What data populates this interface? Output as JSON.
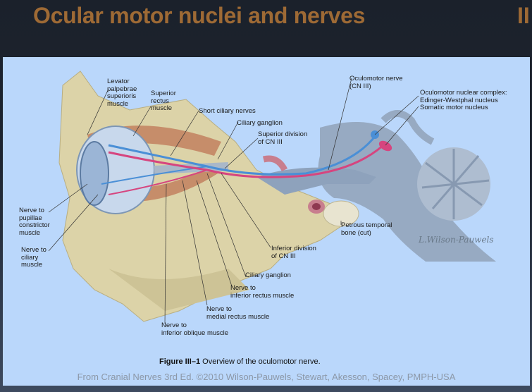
{
  "slide": {
    "title": "Ocular motor nuclei and nerves",
    "title_overflow": "II",
    "title_color": "#9e6a35"
  },
  "figure": {
    "labels": {
      "levator": "Levator\npalpebrae\nsuperioris\nmuscle",
      "superior_rectus": "Superior\nrectus\nmuscle",
      "short_ciliary": "Short ciliary nerves",
      "ciliary_ganglion_top": "Ciliary ganglion",
      "superior_division": "Superior division\nof CN III",
      "oculomotor_nerve": "Oculomotor nerve\n(CN III)",
      "nuclear_complex": "Oculomotor nuclear complex:\nEdinger-Westphal nucleus\nSomatic motor nucleus",
      "petrous": "Petrous temporal\nbone (cut)",
      "pupillae": "Nerve to\npupillae\nconstrictor\nmuscle",
      "ciliary_muscle": "Nerve to\nciliary\nmuscle",
      "inferior_division": "Inferior division\nof CN III",
      "ciliary_ganglion_bottom": "Ciliary ganglion",
      "inferior_rectus": "Nerve to\ninferior rectus muscle",
      "medial_rectus": "Nerve to\nmedial rectus muscle",
      "inferior_oblique": "Nerve to\ninferior oblique muscle"
    },
    "signature": "L.Wilson-Pauwels",
    "caption_label": "Figure III–1",
    "caption_text": " Overview of the oculomotor nerve.",
    "credit": "From Cranial Nerves 3rd Ed. ©2010 Wilson-Pauwels, Stewart, Akesson, Spacey, PMPH-USA",
    "colors": {
      "parasympathetic": "#d6457f",
      "somatic": "#4a8fd6",
      "panel": "#bad7fb"
    }
  }
}
